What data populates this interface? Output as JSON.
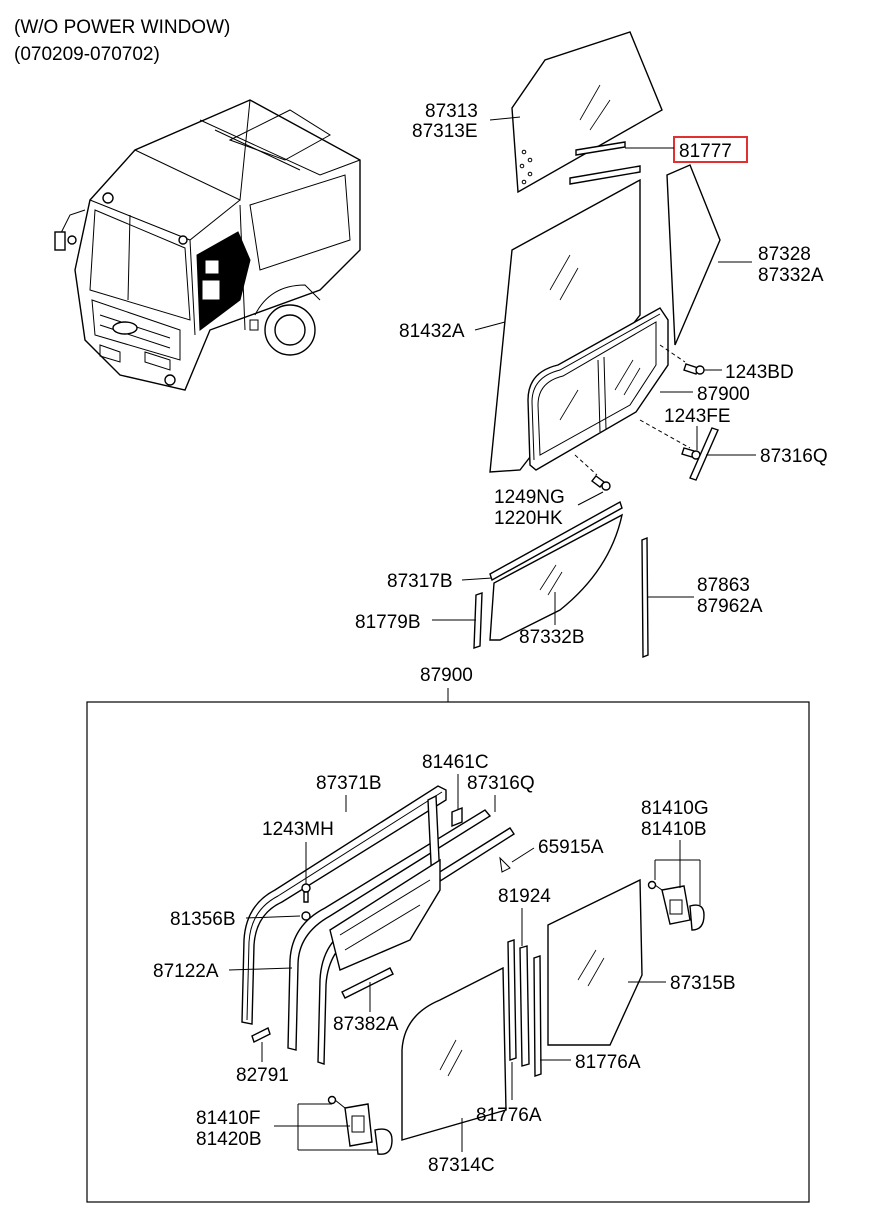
{
  "header": {
    "line1": "(W/O POWER WINDOW)",
    "line2": "(070209-070702)"
  },
  "labels": {
    "p87313": "87313",
    "p87313E": "87313E",
    "p81777": "81777",
    "p87328": "87328",
    "p87332A": "87332A",
    "p81432A": "81432A",
    "p1243BD": "1243BD",
    "p87900_top": "87900",
    "p1243FE": "1243FE",
    "p87316Q_top": "87316Q",
    "p1249NG": "1249NG",
    "p1220HK": "1220HK",
    "p87317B": "87317B",
    "p81779B": "81779B",
    "p87332B": "87332B",
    "p87863": "87863",
    "p87962A": "87962A",
    "p87900_box": "87900",
    "p81461C": "81461C",
    "p87371B": "87371B",
    "p87316Q_box": "87316Q",
    "p1243MH": "1243MH",
    "p65915A": "65915A",
    "p81410G": "81410G",
    "p81410B": "81410B",
    "p81356B": "81356B",
    "p81924": "81924",
    "p87122A": "87122A",
    "p87315B": "87315B",
    "p87382A": "87382A",
    "p82791": "82791",
    "p81776A_right": "81776A",
    "p81410F": "81410F",
    "p81420B": "81420B",
    "p81776A_mid": "81776A",
    "p87314C": "87314C"
  },
  "highlight_color": "#e03030"
}
